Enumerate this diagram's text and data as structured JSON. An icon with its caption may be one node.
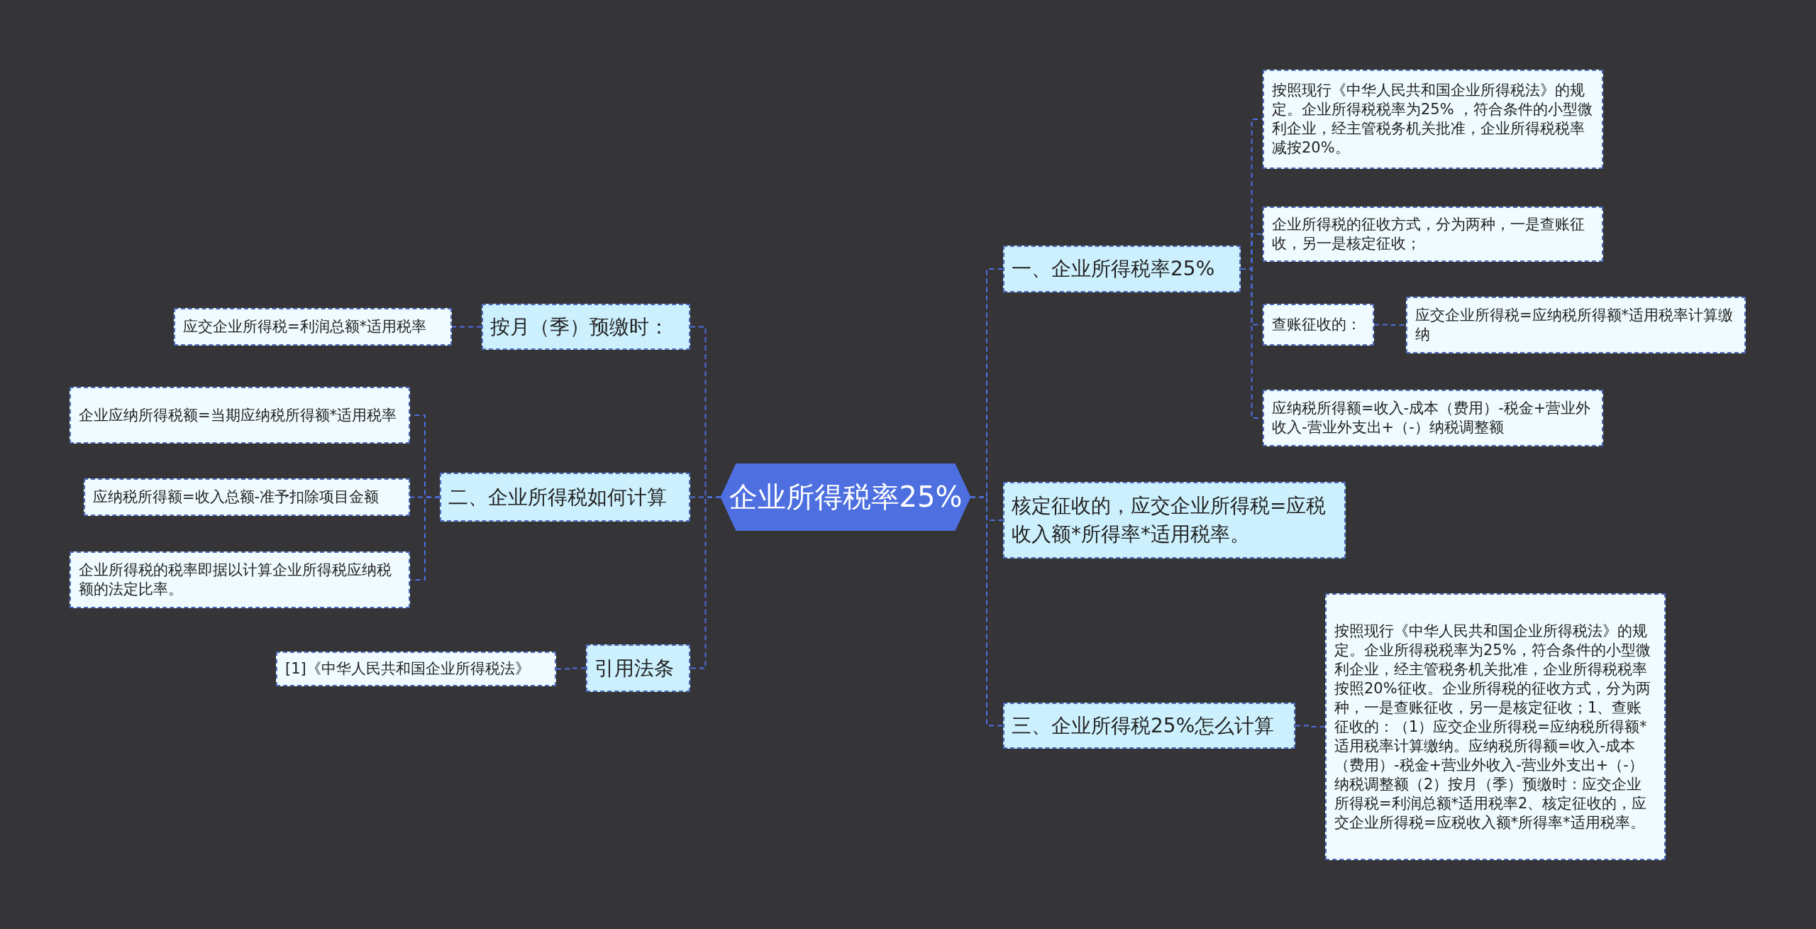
{
  "diagram": {
    "nodes": [
      {
        "text": [
          "企业所得税率25%"
        ]
      },
      {
        "text": [
          "按月（季）预缴时："
        ]
      },
      {
        "text": [
          "应交企业所得税=利润总额*适用税率"
        ]
      },
      {
        "text": [
          "二、企业所得税如何计算"
        ]
      },
      {
        "text": [
          "企业应纳所得税额=当期应纳税所得额*适用税率"
        ]
      },
      {
        "text": [
          "应纳税所得额=收入总额-准予扣除项目金额"
        ]
      },
      {
        "text": [
          "企业所得税的税率即据以计算企业所得税应纳税额的法定比率。"
        ]
      },
      {
        "text": [
          "引用法条"
        ]
      },
      {
        "text": [
          "[1]《中华人民共和国企业所得税法》"
        ]
      },
      {
        "text": [
          "一、企业所得税率25%"
        ]
      },
      {
        "text": [
          "按照现行《中华人民共和国企业所得税法》的规定。企业所得税税率为25% ，符合条件的小型微利企业，经主管税务机关批准，企业所得税税率减按20%。"
        ]
      },
      {
        "text": [
          "企业所得税的征收方式，分为两种，一是查账征收，另一是核定征收；"
        ]
      },
      {
        "text": [
          "查账征收的："
        ]
      },
      {
        "text": [
          "应交企业所得税=应纳税所得额*适用税率计算缴纳"
        ]
      },
      {
        "text": [
          "应纳税所得额=收入-成本（费用）-税金+营业外收入-营业外支出+（-）纳税调整额"
        ]
      },
      {
        "text": [
          "核定征收的，应交企业所得税=应税收入额*所得率*适用税率。"
        ]
      },
      {
        "text": [
          "三、企业所得税25%怎么计算"
        ]
      },
      {
        "text": [
          "按照现行《中华人民共和国企业所得税法》的规定。企业所得税税率为25%，符合条件的小型微利企业，经主管税务机关批准，企业所得税税率按照20%征收。企业所得税的征收方式，分为两种，一是查账征收，另一是核定征收；1、查账征收的：（1）应交企业所得税=应纳税所得额*适用税率计算缴纳。应纳税所得额=收入-成本（费用）-税金+营业外收入-营业外支出+（-）纳税调整额（2）按月（季）预缴时：应交企业所得税=利润总额*适用税率2、核定征收的，应交企业所得税=应税收入额*所得率*适用税率。"
        ]
      }
    ],
    "edges": [
      {
        "from": 0,
        "to": 1,
        "arrow": "none"
      },
      {
        "from": 1,
        "to": 2,
        "arrow": "none"
      },
      {
        "from": 0,
        "to": 3,
        "arrow": "none"
      },
      {
        "from": 3,
        "to": 4,
        "arrow": "none"
      },
      {
        "from": 3,
        "to": 5,
        "arrow": "none"
      },
      {
        "from": 3,
        "to": 6,
        "arrow": "none"
      },
      {
        "from": 0,
        "to": 7,
        "arrow": "none"
      },
      {
        "from": 7,
        "to": 8,
        "arrow": "none"
      },
      {
        "from": 0,
        "to": 9,
        "arrow": "none"
      },
      {
        "from": 9,
        "to": 10,
        "arrow": "none"
      },
      {
        "from": 9,
        "to": 11,
        "arrow": "none"
      },
      {
        "from": 9,
        "to": 12,
        "arrow": "none"
      },
      {
        "from": 12,
        "to": 13,
        "arrow": "none"
      },
      {
        "from": 9,
        "to": 14,
        "arrow": "none"
      },
      {
        "from": 0,
        "to": 15,
        "arrow": "none"
      },
      {
        "from": 0,
        "to": 16,
        "arrow": "none"
      },
      {
        "from": 16,
        "to": 17,
        "arrow": "none"
      }
    ]
  }
}
